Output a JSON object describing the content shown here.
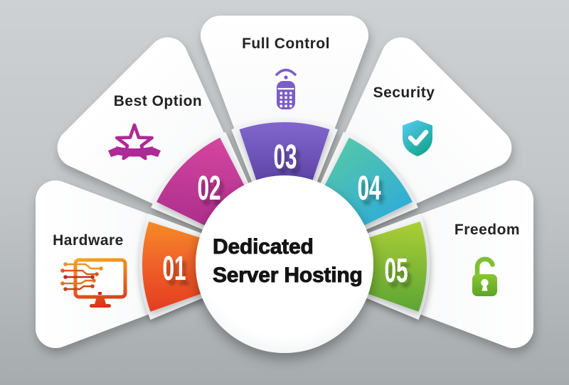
{
  "title": {
    "line1": "Dedicated",
    "line2": "Server Hosting"
  },
  "background": {
    "top": "#CDD1D3",
    "mid": "#C2C6C8",
    "bottom": "#A6ABAD"
  },
  "petal_color": "#FFFFFF",
  "segments": [
    {
      "number": "01",
      "label": "Hardware",
      "icon": "hardware-monitor-circuit-icon",
      "color_top": "#F9A825",
      "color_bottom": "#E0351C",
      "icon_colors": [
        "#F2A41F",
        "#D92A1C"
      ]
    },
    {
      "number": "02",
      "label": "Best Option",
      "icon": "star-ribbon-icon",
      "color_top": "#D6479F",
      "color_bottom": "#A82C8C",
      "icon_colors": [
        "#AE2A96"
      ]
    },
    {
      "number": "03",
      "label": "Full Control",
      "icon": "remote-control-icon",
      "color_top": "#8065CC",
      "color_bottom": "#5940A0",
      "icon_colors": [
        "#7A5DC8"
      ]
    },
    {
      "number": "04",
      "label": "Security",
      "icon": "shield-check-icon",
      "color_top": "#55C7A8",
      "color_bottom": "#29A8E0",
      "icon_colors": [
        "#53C9EC",
        "#0FA287"
      ]
    },
    {
      "number": "05",
      "label": "Freedom",
      "icon": "open-padlock-icon",
      "color_top": "#B5D336",
      "color_bottom": "#4E9E33",
      "icon_colors": [
        "#8CC832",
        "#5BA426"
      ]
    }
  ]
}
